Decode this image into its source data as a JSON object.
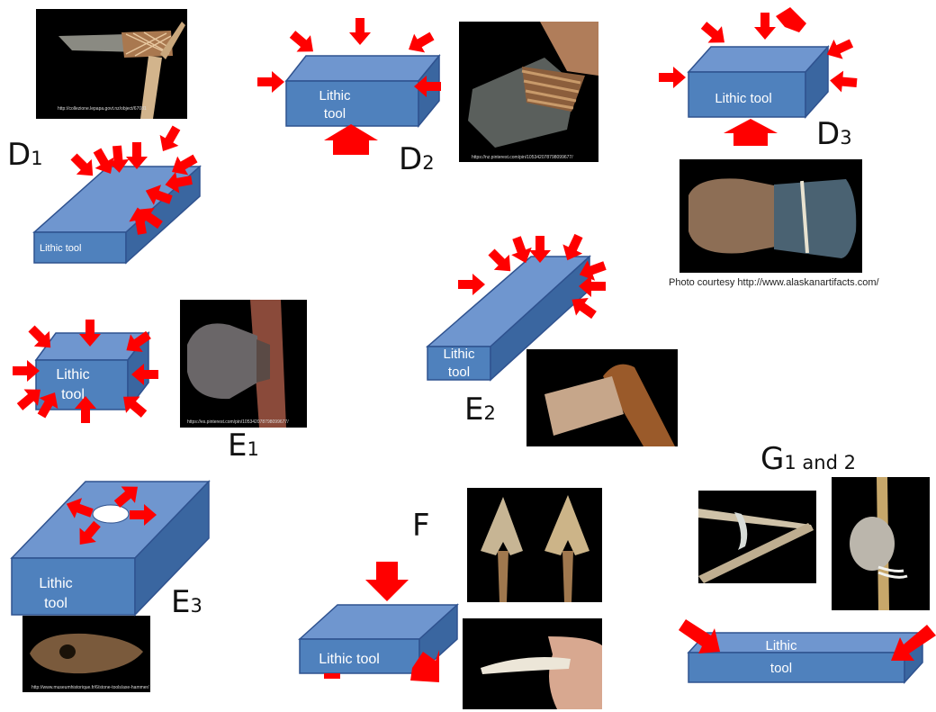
{
  "colors": {
    "box_top": "#6f96cf",
    "box_front": "#4f81bd",
    "box_side": "#3a66a0",
    "box_stroke": "#2f528f",
    "arrow": "#ff0000",
    "photo_bg": "#000000"
  },
  "labels": {
    "d1": {
      "main": "D",
      "sub": "1"
    },
    "d2": {
      "main": "D",
      "sub": "2"
    },
    "d3": {
      "main": "D",
      "sub": "3"
    },
    "e1": {
      "main": "E",
      "sub": "1"
    },
    "e2": {
      "main": "E",
      "sub": "2"
    },
    "e3": {
      "main": "E",
      "sub": "3"
    },
    "f": {
      "main": "F"
    },
    "g": {
      "main": "G",
      "sub": "1 and 2"
    }
  },
  "boxes": {
    "d1": "Lithic tool",
    "d2": [
      "Lithic",
      "tool"
    ],
    "d3": "Lithic tool",
    "e1": [
      "Lithic",
      "tool"
    ],
    "e2": [
      "Lithic",
      "tool"
    ],
    "e3": [
      "Lithic",
      "tool"
    ],
    "f": "Lithic tool",
    "g": [
      "Lithic",
      "tool"
    ]
  },
  "photos": {
    "d1": {
      "icon": "hafted-adze-photo",
      "credit": "http://collezione.lepapa.govt.nz/object/67081"
    },
    "d2": {
      "icon": "bound-stone-axe-photo",
      "credit": "https://nz.pinterest.com/pin/105342078798099677/"
    },
    "d3": {
      "icon": "hafted-stone-maul-photo",
      "caption": "Photo courtesy http://www.alaskanartifacts.com/"
    },
    "e1": {
      "icon": "stone-through-wood-haft-photo",
      "credit": "https://es.pinterest.com/pin/105342078798099677/"
    },
    "e2": {
      "icon": "stone-axe-wooden-club-photo"
    },
    "e3": {
      "icon": "perforated-stone-axe-photo",
      "credit": "http://www.museumhistorique.fr/6/stone-tools/axe-hammer/"
    },
    "f_top": {
      "icon": "two-arrowheads-photo"
    },
    "f_bottom": {
      "icon": "hand-held-flake-photo"
    },
    "g1": {
      "icon": "forked-stick-with-blade-photo"
    },
    "g2": {
      "icon": "disc-tied-to-stick-photo"
    }
  }
}
